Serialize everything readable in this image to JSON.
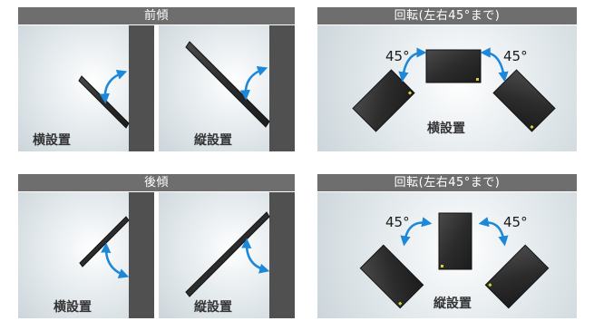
{
  "panels": {
    "tilt_forward": {
      "title": "前傾",
      "left_caption": "横設置",
      "right_caption": "縦設置"
    },
    "rotation_landscape": {
      "title": "回転(左右45°まで)",
      "caption": "横設置",
      "left_angle": "45°",
      "right_angle": "45°"
    },
    "tilt_backward": {
      "title": "後傾",
      "left_caption": "横設置",
      "right_caption": "縦設置"
    },
    "rotation_portrait": {
      "title": "回転(左右45°まで)",
      "caption": "縦設置",
      "left_angle": "45°",
      "right_angle": "45°"
    }
  },
  "colors": {
    "header_bar": "#6e6e6e",
    "wall": "#505050",
    "screen": "#2a2a2a",
    "arrow": "#1e88d8",
    "indicator": "#d8d23a"
  }
}
